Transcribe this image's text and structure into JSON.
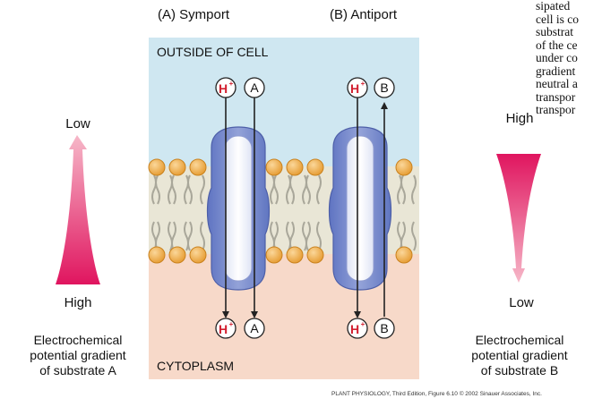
{
  "panels": {
    "symport_title": "(A)  Symport",
    "antiport_title": "(B)  Antiport"
  },
  "regions": {
    "outside": "OUTSIDE OF CELL",
    "inside": "CYTOPLASM"
  },
  "ions": {
    "proton": "H",
    "proton_charge": "+",
    "substrate_a": "A",
    "substrate_b": "B"
  },
  "gradient_a": {
    "top": "Low",
    "bottom": "High",
    "caption_lines": [
      "Electrochemical",
      "potential gradient",
      "of substrate A"
    ]
  },
  "gradient_b": {
    "top": "High",
    "bottom": "Low",
    "caption_lines": [
      "Electrochemical",
      "potential gradient",
      "of substrate B"
    ]
  },
  "side_text_lines": [
    "sipated",
    "cell is co",
    "substrat",
    "of the ce",
    "under co",
    "gradient",
    "neutral a",
    "transpor",
    "transpor"
  ],
  "credit": "PLANT PHYSIOLOGY, Third Edition, Figure 6.10  © 2002 Sinauer Associates, Inc.",
  "colors": {
    "outside_bg": "#cfe7f1",
    "cytoplasm_bg": "#f7d9c9",
    "protein_blue": "#7d8fce",
    "lipid_head": "#f0a83a",
    "gradient_arrow": "#e43a72",
    "proton_red": "#d21f2f"
  }
}
